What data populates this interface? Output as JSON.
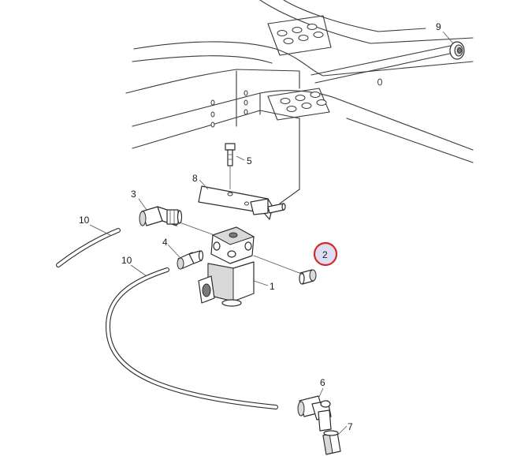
{
  "callouts": [
    {
      "id": "9",
      "text": "9"
    },
    {
      "id": "5",
      "text": "5"
    },
    {
      "id": "8",
      "text": "8"
    },
    {
      "id": "3",
      "text": "3"
    },
    {
      "id": "10a",
      "text": "10"
    },
    {
      "id": "4",
      "text": "4"
    },
    {
      "id": "10b",
      "text": "10"
    },
    {
      "id": "2",
      "text": "2"
    },
    {
      "id": "1",
      "text": "1"
    },
    {
      "id": "6",
      "text": "6"
    },
    {
      "id": "7",
      "text": "7"
    }
  ],
  "highlight": {
    "callout": "2",
    "ring_color": "#d62828",
    "fill_color": "#dcdff2"
  }
}
